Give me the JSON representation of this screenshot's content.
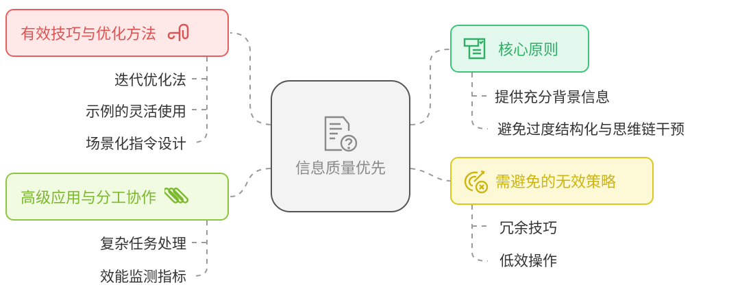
{
  "diagram": {
    "type": "mindmap",
    "center": {
      "label": "信息质量优先",
      "icon": "document-question-icon"
    },
    "branches": [
      {
        "id": "techniques",
        "label": "有效技巧与优化方法",
        "icon": "path-route-icon",
        "color": "#e05252",
        "children": [
          "迭代优化法",
          "示例的灵活使用",
          "场景化指令设计"
        ]
      },
      {
        "id": "advanced",
        "label": "高级应用与分工协作",
        "icon": "stacked-pills-icon",
        "color": "#7cb82f",
        "children": [
          "复杂任务处理",
          "效能监测指标"
        ]
      },
      {
        "id": "principles",
        "label": "核心原则",
        "icon": "checklist-window-icon",
        "color": "#2fae66",
        "children": [
          "提供充分背景信息",
          "避免过度结构化与思维链干预"
        ]
      },
      {
        "id": "avoid",
        "label": "需避免的无效策略",
        "icon": "target-cancel-icon",
        "color": "#cdb510",
        "children": [
          "冗余技巧",
          "低效操作"
        ]
      }
    ]
  }
}
